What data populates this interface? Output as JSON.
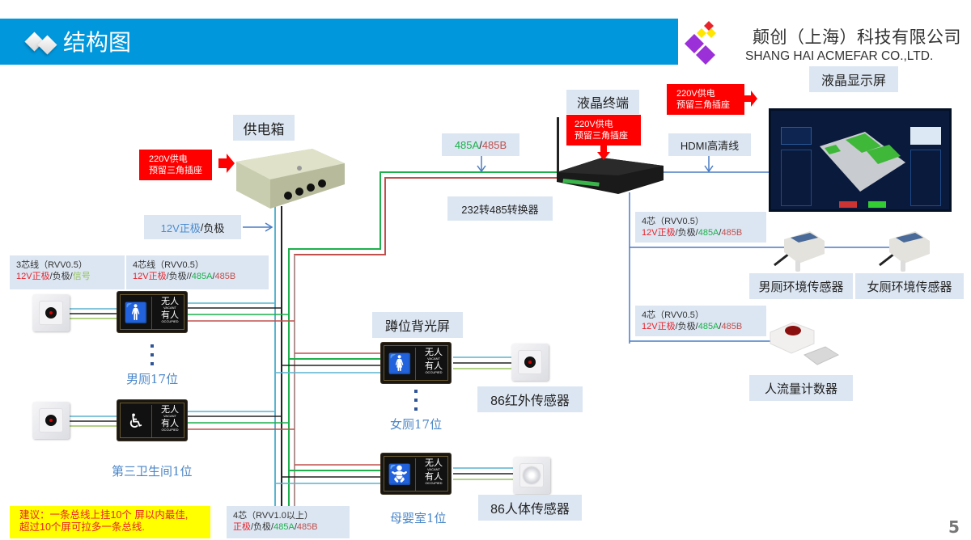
{
  "header": {
    "title": "结构图",
    "company_cn": "颠创（上海）科技有限公司",
    "company_en": "SHANG HAI ACMEFAR CO.,LTD.",
    "accent_color": "#0097dc"
  },
  "devices": {
    "power_box": "供电箱",
    "lcd_terminal": "液晶终端",
    "lcd_display": "液晶显示屏",
    "converter": "232转485转换器",
    "stall_screen": "蹲位背光屏",
    "ir_sensor": "86红外传感器",
    "body_sensor": "86人体传感器",
    "male_env_sensor": "男厕环境传感器",
    "female_env_sensor": "女厕环境传感器",
    "people_counter": "人流量计数器"
  },
  "power_notes": {
    "line1": "220V供电",
    "line2": "预留三角插座"
  },
  "wire_labels": {
    "psu_out": {
      "pos": "12V正极",
      "sep": "/",
      "neg": "负极"
    },
    "bus_485": {
      "a": "485A",
      "sep": "/",
      "b": "485B"
    },
    "hdmi": "HDMI高清线",
    "three_core": {
      "title": "3芯线（RVV0.5）",
      "pos": "12V正极",
      "s1": "/负极/",
      "sig": "信号"
    },
    "four_core_left": {
      "title": "4芯线（RVV0.5）",
      "pos": "12V正极",
      "s1": "/负极//",
      "a": "485A",
      "s2": "/",
      "b": "485B"
    },
    "four_core_env": {
      "title": "4芯（RVV0.5）",
      "pos": "12V正极",
      "s1": "/负极/",
      "a": "485A",
      "s2": "/",
      "b": "485B"
    },
    "four_core_counter": {
      "title": "4芯（RVV0.5）",
      "pos": "12V正极",
      "s1": "/负极/",
      "a": "485A",
      "s2": "/",
      "b": "485B"
    },
    "four_core_bus": {
      "title": "4芯（RVV1.0以上）",
      "pos": "正极",
      "s1": "/负极/",
      "a": "485A",
      "s2": "/",
      "b": "485B"
    }
  },
  "captions": {
    "male": "男厕17位",
    "accessible": "第三卫生间1位",
    "female": "女厕17位",
    "mother": "母婴室1位"
  },
  "sign": {
    "vacant_cn": "无人",
    "vacant_en": "VACANT",
    "occupied_cn": "有人",
    "occupied_en": "OCCUPIED"
  },
  "advice": {
    "line1": "建议：一条总线上挂10个 屏以内最佳,",
    "line2": "超过10个屏可拉多一条总线."
  },
  "page_number": "5",
  "wire_colors": {
    "positive": "#e05050",
    "negative": "#111111",
    "a485": "#1db04c",
    "b485": "#c0504d",
    "cyan": "#5ab4d0",
    "signal": "#9ac25a",
    "hdmi": "#4a7cc4"
  }
}
